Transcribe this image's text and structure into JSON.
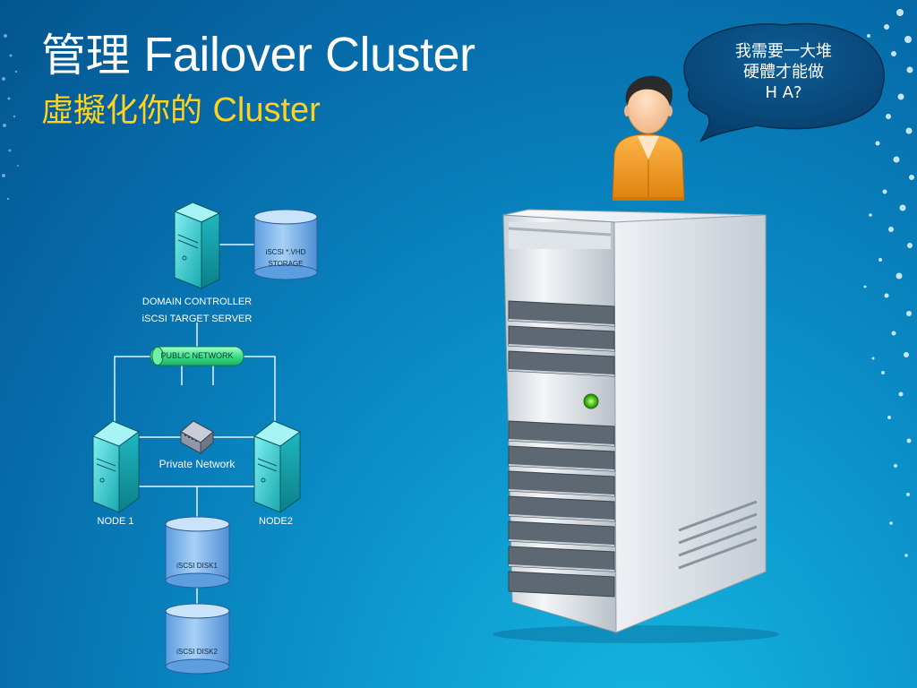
{
  "slide": {
    "title_zh": "管理",
    "title_en": "Failover Cluster",
    "subtitle_zh": "虛擬化你的",
    "subtitle_en": "Cluster"
  },
  "speech_bubble": {
    "lines": [
      "我需要一大堆",
      "硬體才能做",
      "H A?"
    ]
  },
  "diagram": {
    "domain_controller": "DOMAIN CONTROLLER",
    "iscsi_target": "iSCSI TARGET SERVER",
    "vhd_storage_line1": "iSCSI *.VHD",
    "vhd_storage_line2": "STORAGE",
    "public_network": "PUBLIC NETWORK",
    "private_network": "Private Network",
    "node1": "NODE 1",
    "node2": "NODE2",
    "disk1": "iSCSI DISK1",
    "disk2": "iSCSI DISK2"
  },
  "colors": {
    "background": "#0a8fc8",
    "title": "#ffffff",
    "subtitle": "#ffd21f",
    "server_teal": "#2bc4c4",
    "storage_blue": "#7fb6ec",
    "network_green": "#3fe08a",
    "shirt_orange": "#f09a1c"
  }
}
